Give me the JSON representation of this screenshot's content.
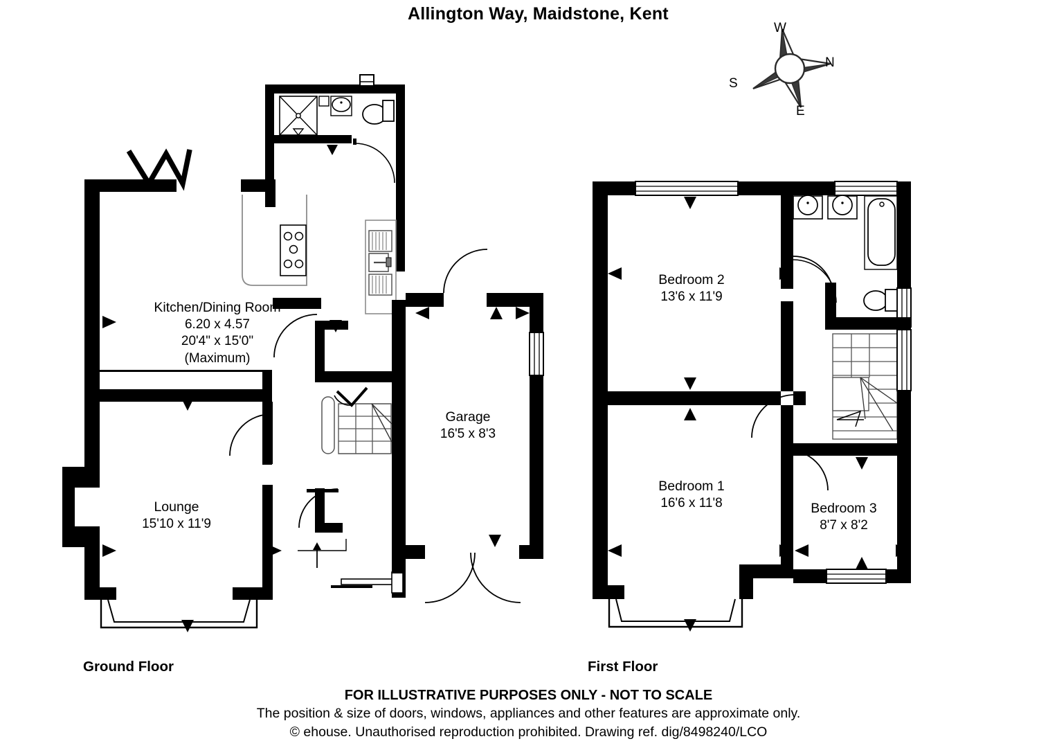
{
  "document": {
    "title": "Allington Way, Maidstone, Kent",
    "type": "floor-plan"
  },
  "compass": {
    "label_top": "W",
    "label_right": "N",
    "label_left": "S",
    "label_bottom": "E"
  },
  "floors": [
    {
      "id": "ground",
      "label": "Ground Floor",
      "rooms": [
        {
          "id": "kitchen-dining",
          "name": "Kitchen/Dining Room",
          "dim_metric": "6.20 x 4.57",
          "dim_imperial": "20'4\" x 15'0\"",
          "note": "(Maximum)"
        },
        {
          "id": "lounge",
          "name": "Lounge",
          "dim_imperial": "15'10 x 11'9"
        },
        {
          "id": "garage",
          "name": "Garage",
          "dim_imperial": "16'5 x 8'3"
        }
      ],
      "fixtures": [
        "shower-tray",
        "wash-basin",
        "wc-toilet",
        "kitchen-hob",
        "kitchen-sink",
        "staircase-up",
        "chimney-breast",
        "bay-window",
        "garage-double-doors"
      ]
    },
    {
      "id": "first",
      "label": "First Floor",
      "rooms": [
        {
          "id": "bedroom-2",
          "name": "Bedroom 2",
          "dim_imperial": "13'6 x 11'9"
        },
        {
          "id": "bedroom-1",
          "name": "Bedroom 1",
          "dim_imperial": "16'6 x 11'8"
        },
        {
          "id": "bedroom-3",
          "name": "Bedroom 3",
          "dim_imperial": "8'7 x 8'2"
        }
      ],
      "fixtures": [
        "wash-basin",
        "wash-basin",
        "bath-tub",
        "wc-toilet",
        "staircase-down",
        "bay-window"
      ]
    }
  ],
  "footer": {
    "line1": "FOR ILLUSTRATIVE PURPOSES ONLY - NOT TO SCALE",
    "line2": "The position & size of doors, windows, appliances and other features are approximate only.",
    "line3": "© ehouse. Unauthorised reproduction prohibited. Drawing ref. dig/8498240/LCO"
  },
  "colors": {
    "wall": "#000000",
    "background": "#ffffff",
    "line": "#000000"
  }
}
